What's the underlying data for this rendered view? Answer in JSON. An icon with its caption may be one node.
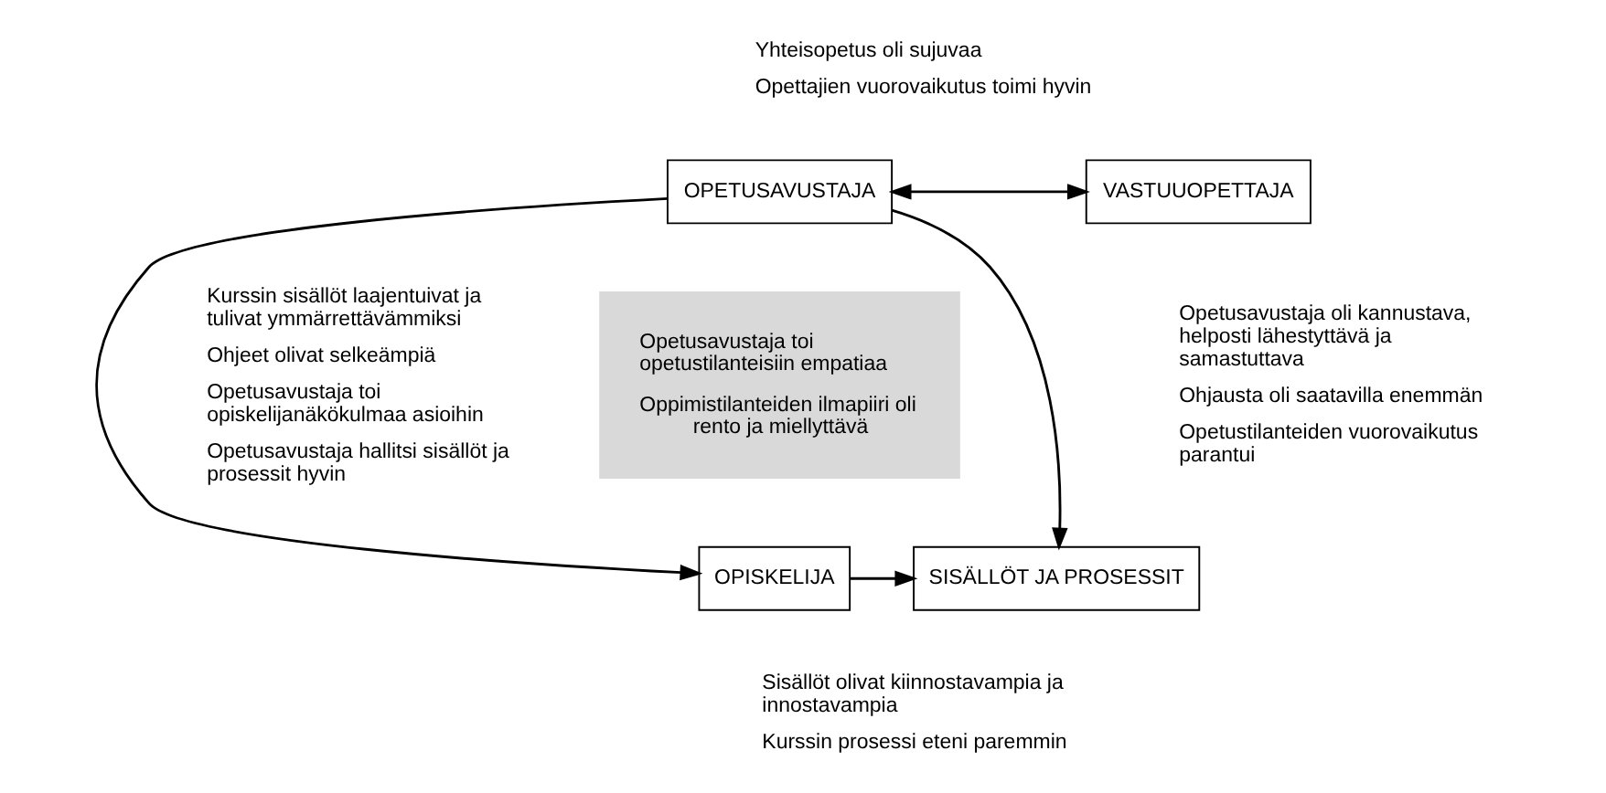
{
  "diagram": {
    "nodes": [
      {
        "text": [
          "OPETUSAVUSTAJA"
        ]
      },
      {
        "text": [
          "VASTUUOPETTAJA"
        ]
      },
      {
        "text": [
          "Opetusavustaja toi opetustilanteisiin empatiaa",
          "Oppimistilanteiden ilmapiiri oli rento ja miellyttävä"
        ]
      },
      {
        "text": [
          "SISÄLLÖT JA PROSESSIT"
        ]
      },
      {
        "text": [
          "OPISKELIJA"
        ]
      }
    ],
    "edges": [
      {
        "from": 0,
        "to": 1,
        "arrow": "both"
      },
      {
        "from": 0,
        "to": 3,
        "arrow": "to"
      },
      {
        "from": 0,
        "to": 4,
        "arrow": "to"
      },
      {
        "from": 4,
        "to": 3,
        "arrow": "to"
      }
    ],
    "labels": [
      "Yhteisopetus oli sujuvaa",
      "Opettajien vuorovaikutus toimi hyvin",
      "Kurssin sisällöt laajentuivat ja tulivat ymmärrettävämmiksi",
      "Ohjeet olivat selkeämpiä",
      "Opetusavustaja toi opiskelijanäkökulmaa asioihin",
      "Opetusavustaja hallitsi sisällöt ja prosessit hyvin",
      "Opetusavustaja oli kannustava, helposti lähestyttävä ja samastuttava",
      "Ohjausta oli saatavilla enemmän",
      "Opetustilanteiden vuorovaikutus parantui",
      "Sisällöt olivat kiinnostavampia ja innostavampia",
      "Kurssin prosessi eteni paremmin"
    ]
  }
}
